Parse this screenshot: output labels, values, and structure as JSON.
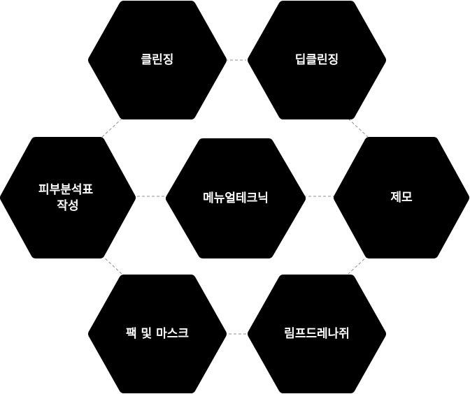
{
  "colors": {
    "hex_fill": "#000000",
    "label_text": "#ffffff",
    "connector": "#8f8f8f"
  },
  "nodes": {
    "center": {
      "lines": [
        "메뉴얼테크닉"
      ]
    },
    "top_left": {
      "lines": [
        "클린징"
      ]
    },
    "top_right": {
      "lines": [
        "딥클린징"
      ]
    },
    "right": {
      "lines": [
        "제모"
      ]
    },
    "bottom_right": {
      "lines": [
        "림프드레나쥐"
      ]
    },
    "bottom_left": {
      "lines": [
        "팩 및 마스크"
      ]
    },
    "left": {
      "lines": [
        "피부분석표",
        "작성"
      ]
    }
  }
}
